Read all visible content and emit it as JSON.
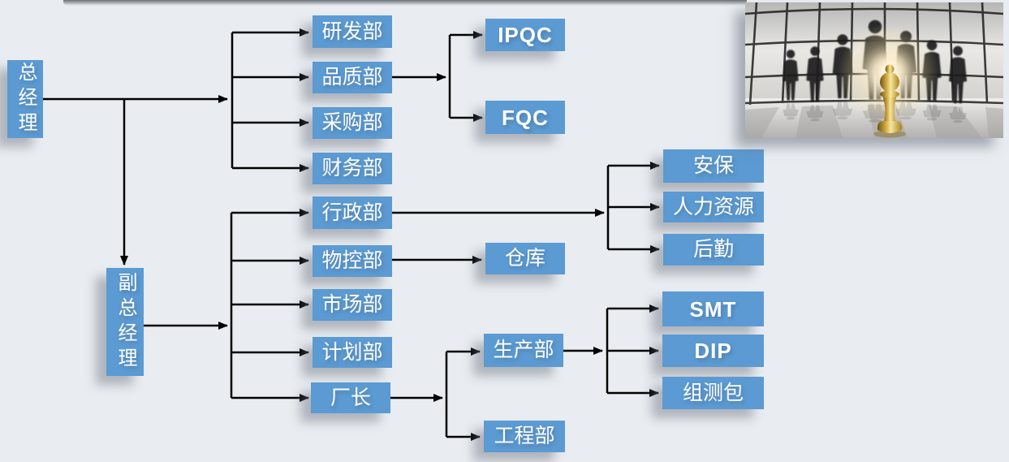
{
  "colors": {
    "node_fill": "#5b9ad2",
    "node_text": "#ffffff",
    "connector": "#000000",
    "canvas": "#e9edf1"
  },
  "nodes": {
    "gm": {
      "label": "总经理"
    },
    "dgm": {
      "label": "副总经理"
    },
    "rnd": {
      "label": "研发部"
    },
    "quality": {
      "label": "品质部"
    },
    "purchasing": {
      "label": "采购部"
    },
    "finance": {
      "label": "财务部"
    },
    "ipqc": {
      "label": "IPQC"
    },
    "fqc": {
      "label": "FQC"
    },
    "admin": {
      "label": "行政部"
    },
    "material_control": {
      "label": "物控部"
    },
    "marketing": {
      "label": "市场部"
    },
    "planning": {
      "label": "计划部"
    },
    "factory_director": {
      "label": "厂长"
    },
    "security": {
      "label": "安保"
    },
    "human_resources": {
      "label": "人力资源"
    },
    "logistics": {
      "label": "后勤"
    },
    "warehouse": {
      "label": "仓库"
    },
    "production": {
      "label": "生产部"
    },
    "engineering": {
      "label": "工程部"
    },
    "smt": {
      "label": "SMT"
    },
    "dip": {
      "label": "DIP"
    },
    "assembly_test_pack": {
      "label": "组测包"
    }
  },
  "edges": [
    [
      "gm",
      "rnd"
    ],
    [
      "gm",
      "quality"
    ],
    [
      "gm",
      "purchasing"
    ],
    [
      "gm",
      "finance"
    ],
    [
      "gm",
      "dgm"
    ],
    [
      "quality",
      "ipqc"
    ],
    [
      "quality",
      "fqc"
    ],
    [
      "dgm",
      "admin"
    ],
    [
      "dgm",
      "material_control"
    ],
    [
      "dgm",
      "marketing"
    ],
    [
      "dgm",
      "planning"
    ],
    [
      "dgm",
      "factory_director"
    ],
    [
      "admin",
      "security"
    ],
    [
      "admin",
      "human_resources"
    ],
    [
      "admin",
      "logistics"
    ],
    [
      "material_control",
      "warehouse"
    ],
    [
      "factory_director",
      "production"
    ],
    [
      "factory_director",
      "engineering"
    ],
    [
      "production",
      "smt"
    ],
    [
      "production",
      "dip"
    ],
    [
      "production",
      "assembly_test_pack"
    ]
  ]
}
